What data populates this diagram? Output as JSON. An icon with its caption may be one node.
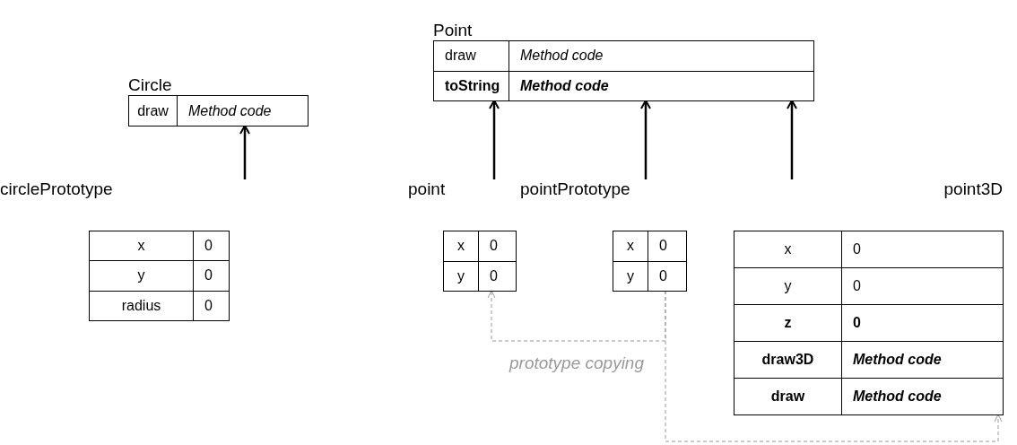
{
  "diagram": {
    "nodes": [
      {
        "text": [
          "Circle",
          "draw",
          "Method code"
        ]
      },
      {
        "text": [
          "circlePrototype",
          "x",
          "0",
          "y",
          "0",
          "radius",
          "0"
        ]
      },
      {
        "text": [
          "Point",
          "draw",
          "Method code",
          "toString",
          "Method code"
        ]
      },
      {
        "text": [
          "point",
          "x",
          "0",
          "y",
          "0"
        ]
      },
      {
        "text": [
          "pointPrototype",
          "x",
          "0",
          "y",
          "0"
        ]
      },
      {
        "text": [
          "point3D",
          "x",
          "0",
          "y",
          "0",
          "z",
          "0",
          "draw3D",
          "Method code",
          "draw",
          "Method code"
        ]
      }
    ],
    "edges": [
      {
        "from": 1,
        "to": 0,
        "arrow": "to"
      },
      {
        "from": 3,
        "to": 2,
        "arrow": "to"
      },
      {
        "from": 4,
        "to": 2,
        "arrow": "to"
      },
      {
        "from": 5,
        "to": 2,
        "arrow": "to"
      },
      {
        "from": 4,
        "to": 3,
        "arrow": "to",
        "style": "dashed",
        "color": "#999999",
        "label": "prototype copying"
      },
      {
        "from": 4,
        "to": 5,
        "arrow": "to",
        "style": "dashed",
        "color": "#999999"
      }
    ]
  }
}
